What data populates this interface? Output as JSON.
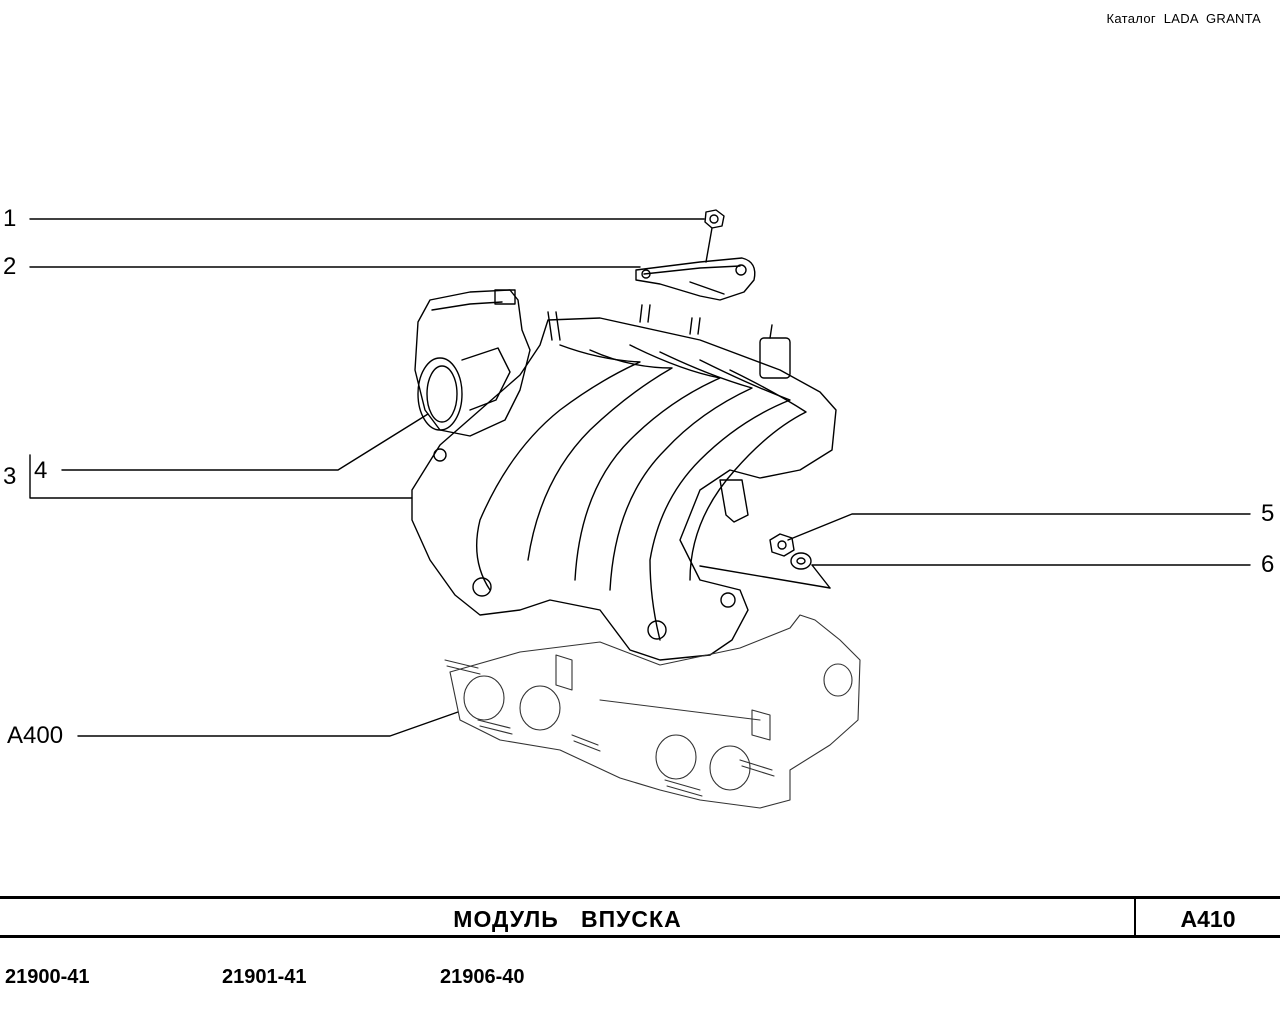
{
  "header": {
    "catalog": "Каталог  LADA  GRANTA"
  },
  "callouts": [
    {
      "id": "1",
      "label": "1"
    },
    {
      "id": "2",
      "label": "2"
    },
    {
      "id": "3",
      "label": "3"
    },
    {
      "id": "4",
      "label": "4"
    },
    {
      "id": "5",
      "label": "5"
    },
    {
      "id": "6",
      "label": "6"
    },
    {
      "id": "A400",
      "label": "A400"
    }
  ],
  "title_block": {
    "title": "МОДУЛЬ   ВПУСКА",
    "code": "A410"
  },
  "models": [
    "21900-41",
    "21901-41",
    "21906-40"
  ]
}
